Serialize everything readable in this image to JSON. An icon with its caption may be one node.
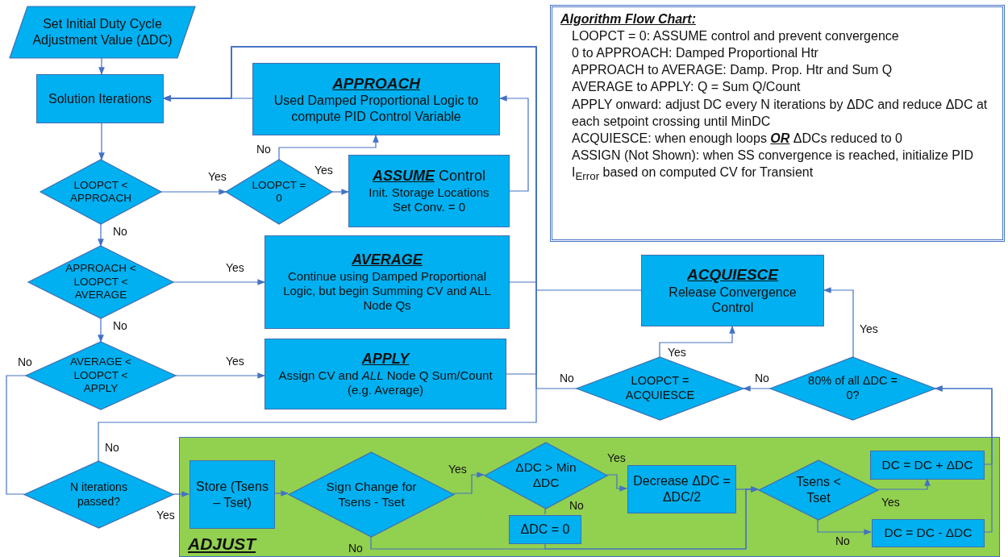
{
  "diagram": {
    "nodes": [
      {
        "text": [
          "Set Initial Duty Cycle Adjustment Value (ΔDC)"
        ]
      },
      {
        "text": [
          "Solution Iterations"
        ]
      },
      {
        "text": [
          "LOOPCT < APPROACH"
        ]
      },
      {
        "text": [
          "LOOPCT = 0"
        ]
      },
      {
        "text": [
          "APPROACH",
          "Used Damped Proportional Logic to compute PID Control Variable"
        ]
      },
      {
        "text": [
          "**ASSUME** Control",
          "Init. Storage Locations",
          "Set Conv. = 0"
        ]
      },
      {
        "text": [
          "APPROACH < LOOPCT < AVERAGE"
        ]
      },
      {
        "text": [
          "AVERAGE",
          "Continue using Damped Proportional Logic, but begin Summing CV and ALL Node Qs"
        ]
      },
      {
        "text": [
          "AVERAGE < LOOPCT < APPLY"
        ]
      },
      {
        "text": [
          "APPLY",
          "Assign CV and *ALL* Node Q Sum/Count (e.g. Average)"
        ]
      },
      {
        "text": [
          "Algorithm Flow Chart:",
          "LOOPCT = 0: ASSUME control and prevent convergence",
          "0 to APPROACH: Damped Proportional Htr",
          "APPROACH to AVERAGE: Damp. Prop. Htr and Sum Q",
          "AVERAGE to APPLY: Q = Sum Q/Count",
          "APPLY onward: adjust DC every N iterations by ΔDC and reduce ΔDC at each setpoint crossing until MinDC",
          "ACQUIESCE: when enough loops **OR** ΔDCs reduced to 0",
          "ASSIGN (Not Shown): when SS convergence is reached, initialize PID I$_{Error}$ based on computed CV for Transient"
        ]
      },
      {
        "text": [
          "ACQUIESCE",
          "Release Convergence Control"
        ]
      },
      {
        "text": [
          "LOOPCT = ACQUIESCE"
        ]
      },
      {
        "text": [
          "80% of all ΔDC = 0?"
        ]
      },
      {
        "text": [
          "ADJUST"
        ]
      },
      {
        "text": [
          "N iterations passed?"
        ]
      },
      {
        "text": [
          "Store (Tsens – Tset)"
        ],
        "in": 14
      },
      {
        "text": [
          "Sign Change for Tsens - Tset"
        ],
        "in": 14
      },
      {
        "text": [
          "ΔDC > Min ΔDC"
        ],
        "in": 14
      },
      {
        "text": [
          "ΔDC = 0"
        ],
        "in": 14
      },
      {
        "text": [
          "Decrease ΔDC = ΔDC/2"
        ],
        "in": 14
      },
      {
        "text": [
          "Tsens < Tset"
        ],
        "in": 14
      },
      {
        "text": [
          "DC = DC + ΔDC"
        ],
        "in": 14
      },
      {
        "text": [
          "DC = DC - ΔDC"
        ],
        "in": 14
      }
    ],
    "edges": [
      {
        "from": 0,
        "to": 1,
        "arrow": "to"
      },
      {
        "from": 1,
        "to": 2,
        "arrow": "to"
      },
      {
        "from": 2,
        "to": 3,
        "arrow": "to",
        "label": "Yes"
      },
      {
        "from": 2,
        "to": 6,
        "arrow": "to",
        "label": "No"
      },
      {
        "from": 3,
        "to": 5,
        "arrow": "to",
        "label": "Yes"
      },
      {
        "from": 3,
        "to": 4,
        "arrow": "to",
        "label": "No"
      },
      {
        "from": 5,
        "to": 4,
        "arrow": "to"
      },
      {
        "from": 4,
        "to": 1,
        "arrow": "to"
      },
      {
        "from": 6,
        "to": 7,
        "arrow": "to",
        "label": "Yes"
      },
      {
        "from": 6,
        "to": 8,
        "arrow": "to",
        "label": "No"
      },
      {
        "from": 8,
        "to": 9,
        "arrow": "to",
        "label": "Yes"
      },
      {
        "from": 7,
        "to": 1,
        "arrow": "to"
      },
      {
        "from": 9,
        "to": 1,
        "arrow": "to"
      },
      {
        "from": 8,
        "to": 15,
        "arrow": "none",
        "label": "No"
      },
      {
        "from": 15,
        "to": 1,
        "arrow": "to",
        "label": "No"
      },
      {
        "from": 15,
        "to": 16,
        "arrow": "to",
        "label": "Yes"
      },
      {
        "from": 16,
        "to": 17,
        "arrow": "to"
      },
      {
        "from": 17,
        "to": 18,
        "arrow": "to",
        "label": "Yes"
      },
      {
        "from": 17,
        "to": 21,
        "arrow": "to",
        "label": "No"
      },
      {
        "from": 18,
        "to": 20,
        "arrow": "to",
        "label": "Yes"
      },
      {
        "from": 18,
        "to": 19,
        "arrow": "none",
        "label": "No"
      },
      {
        "from": 19,
        "to": 21,
        "arrow": "to"
      },
      {
        "from": 20,
        "to": 21,
        "arrow": "to"
      },
      {
        "from": 21,
        "to": 22,
        "arrow": "to",
        "label": "Yes"
      },
      {
        "from": 21,
        "to": 23,
        "arrow": "to",
        "label": "No"
      },
      {
        "from": 22,
        "to": 13,
        "arrow": "to"
      },
      {
        "from": 23,
        "to": 13,
        "arrow": "to"
      },
      {
        "from": 13,
        "to": 11,
        "arrow": "to",
        "label": "Yes"
      },
      {
        "from": 13,
        "to": 12,
        "arrow": "to",
        "label": "No"
      },
      {
        "from": 12,
        "to": 11,
        "arrow": "to",
        "label": "Yes"
      },
      {
        "from": 11,
        "to": 1,
        "arrow": "to"
      },
      {
        "from": 12,
        "to": 1,
        "arrow": "to",
        "label": "No"
      }
    ]
  }
}
